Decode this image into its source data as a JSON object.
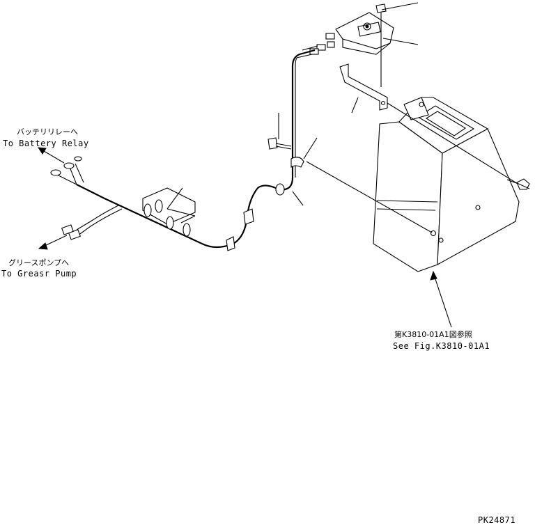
{
  "labels": {
    "battery_relay_jp": "バッテリリレーへ",
    "battery_relay_en": "To Battery Relay",
    "grease_pump_jp": "グリースポンプへ",
    "grease_pump_en": "To Greasr Pump",
    "see_fig_jp": "第K3810-01A1図参照",
    "see_fig_en": "See Fig.K3810-01A1",
    "drawing_number": "PK24871"
  }
}
